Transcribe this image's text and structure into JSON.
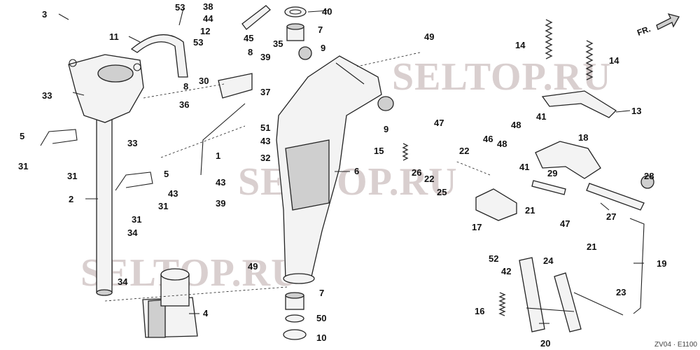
{
  "diagram": {
    "watermark_text": "SELTOP.RU",
    "direction_label": "FR.",
    "figure_code": "ZV04 · E1100",
    "callouts": [
      {
        "id": "c3",
        "text": "3"
      },
      {
        "id": "c53a",
        "text": "53"
      },
      {
        "id": "c38",
        "text": "38"
      },
      {
        "id": "c44",
        "text": "44"
      },
      {
        "id": "c12",
        "text": "12"
      },
      {
        "id": "c40",
        "text": "40"
      },
      {
        "id": "c7a",
        "text": "7"
      },
      {
        "id": "c49a",
        "text": "49"
      },
      {
        "id": "c11",
        "text": "11"
      },
      {
        "id": "c45",
        "text": "45"
      },
      {
        "id": "c35",
        "text": "35"
      },
      {
        "id": "c9a",
        "text": "9"
      },
      {
        "id": "c53b",
        "text": "53"
      },
      {
        "id": "c8a",
        "text": "8"
      },
      {
        "id": "c39a",
        "text": "39"
      },
      {
        "id": "c30",
        "text": "30"
      },
      {
        "id": "c8b",
        "text": "8"
      },
      {
        "id": "c37",
        "text": "37"
      },
      {
        "id": "c33a",
        "text": "33"
      },
      {
        "id": "c36",
        "text": "36"
      },
      {
        "id": "c9b",
        "text": "9"
      },
      {
        "id": "c47a",
        "text": "47"
      },
      {
        "id": "c51",
        "text": "51"
      },
      {
        "id": "c46",
        "text": "46"
      },
      {
        "id": "c5a",
        "text": "5"
      },
      {
        "id": "c33b",
        "text": "33"
      },
      {
        "id": "c43a",
        "text": "43"
      },
      {
        "id": "c15",
        "text": "15"
      },
      {
        "id": "c22a",
        "text": "22"
      },
      {
        "id": "c1",
        "text": "1"
      },
      {
        "id": "c32",
        "text": "32"
      },
      {
        "id": "c26",
        "text": "26"
      },
      {
        "id": "c22b",
        "text": "22"
      },
      {
        "id": "c31a",
        "text": "31"
      },
      {
        "id": "c31b",
        "text": "31"
      },
      {
        "id": "c6",
        "text": "6"
      },
      {
        "id": "c25",
        "text": "25"
      },
      {
        "id": "c5b",
        "text": "5"
      },
      {
        "id": "c43b",
        "text": "43"
      },
      {
        "id": "c43c",
        "text": "43"
      },
      {
        "id": "c2",
        "text": "2"
      },
      {
        "id": "c39b",
        "text": "39"
      },
      {
        "id": "c31c",
        "text": "31"
      },
      {
        "id": "c31d",
        "text": "31"
      },
      {
        "id": "c34a",
        "text": "34"
      },
      {
        "id": "c49b",
        "text": "49"
      },
      {
        "id": "c34b",
        "text": "34"
      },
      {
        "id": "c7b",
        "text": "7"
      },
      {
        "id": "c4",
        "text": "4"
      },
      {
        "id": "c50",
        "text": "50"
      },
      {
        "id": "c10",
        "text": "10"
      },
      {
        "id": "c14a",
        "text": "14"
      },
      {
        "id": "c14b",
        "text": "14"
      },
      {
        "id": "c13",
        "text": "13"
      },
      {
        "id": "c41a",
        "text": "41"
      },
      {
        "id": "c48a",
        "text": "48"
      },
      {
        "id": "c18",
        "text": "18"
      },
      {
        "id": "c48b",
        "text": "48"
      },
      {
        "id": "c41b",
        "text": "41"
      },
      {
        "id": "c29",
        "text": "29"
      },
      {
        "id": "c28",
        "text": "28"
      },
      {
        "id": "c27",
        "text": "27"
      },
      {
        "id": "c17",
        "text": "17"
      },
      {
        "id": "c21a",
        "text": "21"
      },
      {
        "id": "c47b",
        "text": "47"
      },
      {
        "id": "c52",
        "text": "52"
      },
      {
        "id": "c42",
        "text": "42"
      },
      {
        "id": "c24",
        "text": "24"
      },
      {
        "id": "c21b",
        "text": "21"
      },
      {
        "id": "c19",
        "text": "19"
      },
      {
        "id": "c23",
        "text": "23"
      },
      {
        "id": "c16",
        "text": "16"
      },
      {
        "id": "c20",
        "text": "20"
      }
    ]
  }
}
